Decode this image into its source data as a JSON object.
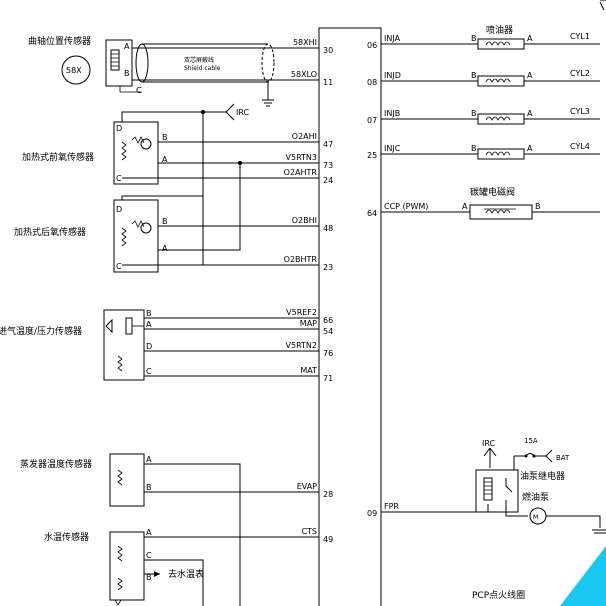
{
  "sensors": {
    "crank": "曲轴位置传感器",
    "crank_badge": "58X",
    "o2_front": "加热式前氧传感器",
    "o2_rear": "加热式后氧传感器",
    "map": "进气温度/压力传感器",
    "evap": "蒸发器温度传感器",
    "coolant": "水温传感器",
    "to_gauge": "去水温表"
  },
  "shield": {
    "cn": "双芯屏蔽线",
    "en": "Shield cable"
  },
  "irc": "IRC",
  "bat": "BAT",
  "fuse": "15A",
  "conn": {
    "A": "A",
    "B": "B",
    "C": "C",
    "D": "D"
  },
  "left_signals": [
    {
      "name": "58XHI",
      "pin": "30"
    },
    {
      "name": "58XLO",
      "pin": "11"
    },
    {
      "name": "O2AHI",
      "pin": "47"
    },
    {
      "name": "V5RTN3",
      "pin": "73"
    },
    {
      "name": "O2AHTR",
      "pin": "24"
    },
    {
      "name": "O2BHI",
      "pin": "48"
    },
    {
      "name": "O2BHTR",
      "pin": "23"
    },
    {
      "name": "V5REF2",
      "pin": "66"
    },
    {
      "name": "MAP",
      "pin": "54"
    },
    {
      "name": "V5RTN2",
      "pin": "76"
    },
    {
      "name": "MAT",
      "pin": "71"
    },
    {
      "name": "EVAP",
      "pin": "28"
    },
    {
      "name": "CTS",
      "pin": "49"
    }
  ],
  "right_signals": [
    {
      "name": "INJA",
      "pin": "06"
    },
    {
      "name": "INJD",
      "pin": "08"
    },
    {
      "name": "INJB",
      "pin": "07"
    },
    {
      "name": "INJC",
      "pin": "25"
    },
    {
      "name": "CCP (PWM)",
      "pin": "64"
    },
    {
      "name": "FPR",
      "pin": "09"
    }
  ],
  "injector_label": "喷油器",
  "cylinders": [
    "CYL1",
    "CYL2",
    "CYL3",
    "CYL4"
  ],
  "canister_valve": "碳罐电磁阀",
  "pump_relay": "油泵继电器",
  "fuel_pump": "燃油泵",
  "ignition_coil": "PCP点火线圈"
}
